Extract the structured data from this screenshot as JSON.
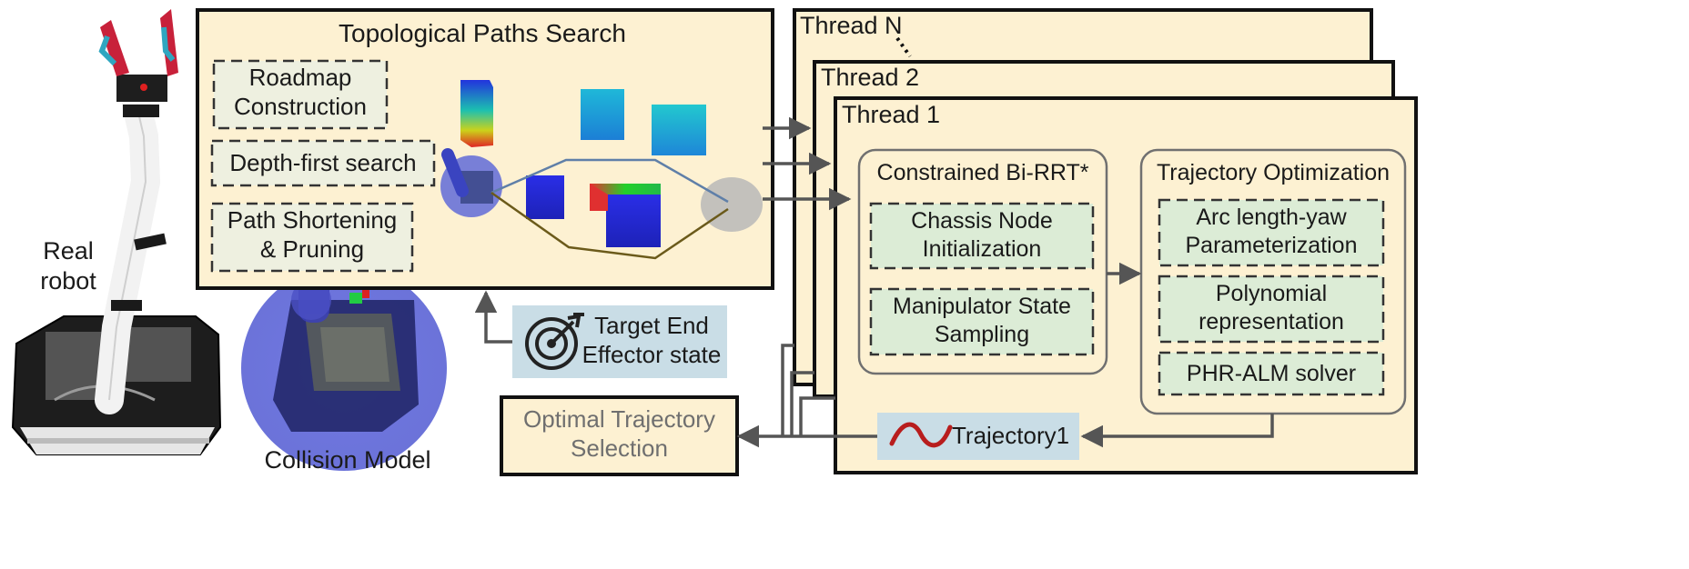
{
  "colors": {
    "panel_fill": "#fdf1d2",
    "panel_border": "#111111",
    "dashed_fill_light": "#eef0e0",
    "dashed_fill_green": "#dcecd6",
    "sub_border": "#707070",
    "badge_fill": "#c9dde6",
    "arrow": "#555555",
    "muted_text": "#6f6f6f"
  },
  "left": {
    "real_robot_label": "Real\nrobot",
    "collision_model_label": "Collision Model"
  },
  "topo": {
    "title": "Topological Paths Search",
    "items": [
      "Roadmap\nConstruction",
      "Depth-first search",
      "Path Shortening\n& Pruning"
    ]
  },
  "target": {
    "label": "Target End\nEffector state",
    "icon": "target-icon"
  },
  "selection": {
    "label": "Optimal Trajectory\nSelection"
  },
  "threads": {
    "thread_n": "Thread N",
    "thread_2": "Thread 2",
    "thread_1": "Thread 1"
  },
  "bi_rrt": {
    "title": "Constrained Bi-RRT*",
    "items": [
      "Chassis Node\nInitialization",
      "Manipulator State\nSampling"
    ]
  },
  "traj_opt": {
    "title": "Trajectory Optimization",
    "items": [
      "Arc length-yaw\nParameterization",
      "Polynomial\nrepresentation",
      "PHR-ALM solver"
    ]
  },
  "trajectory_badge": {
    "label": "Trajectory1",
    "icon": "wave-icon"
  }
}
